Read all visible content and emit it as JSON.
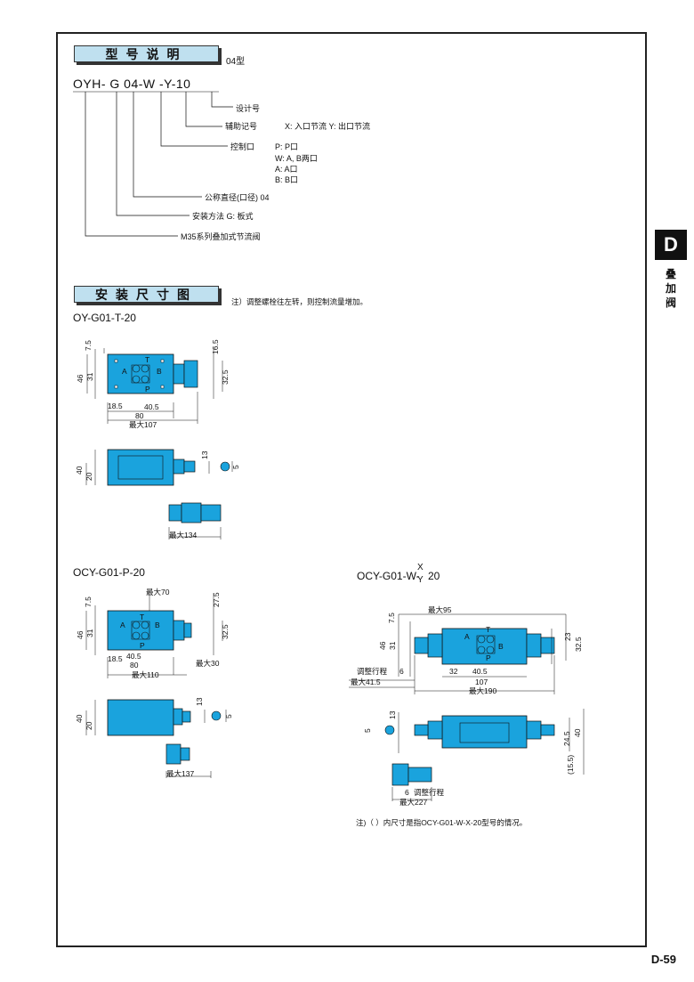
{
  "model_title": "型号说明",
  "model_type": "04型",
  "model_code": "OYH- G 04-W -Y-10",
  "legend": {
    "design_no": "设计号",
    "aux_label": "辅助记号",
    "aux_values": "X: 入口节流   Y: 出口节流",
    "ctrl_label": "控制口",
    "ctrl_v1": "P: P口",
    "ctrl_v2": "W: A, B两口",
    "ctrl_v3": "A: A口",
    "ctrl_v4": "B: B口",
    "diameter": "公称直径(口径)   04",
    "mounting": "安装方法   G: 板式",
    "series": "M35系列叠加式节流阀"
  },
  "dims_title": "安装尺寸图",
  "note1": "注）调整螺栓往左转，则控制流量增加。",
  "d1": {
    "name": "OY-G01-T-20",
    "h75": "7.5",
    "h46": "46",
    "h31": "31",
    "r165": "16.5",
    "r325": "32.5",
    "b185": "18.5",
    "b405": "40.5",
    "b80": "80",
    "bmax": "最大107",
    "s40": "40",
    "s20": "20",
    "s13": "13",
    "s5": "5",
    "kmax": "最大134"
  },
  "d2": {
    "name": "OCY-G01-P-20",
    "top": "最大70",
    "h75": "7.5",
    "h46": "46",
    "h31": "31",
    "r275": "27.5",
    "r325": "32.5",
    "b185": "18.5",
    "b405": "40.5",
    "b80": "80",
    "bmax": "最大110",
    "b30": "最大30",
    "s40": "40",
    "s20": "20",
    "s13": "13",
    "s5": "5",
    "kmax": "最大137"
  },
  "d3": {
    "name_a": "OCY-G01-W-",
    "name_x": "X",
    "name_y": "Y",
    "name_b": "20",
    "top": "最大95",
    "h75": "7.5",
    "h46": "46",
    "h31": "31",
    "r23": "23",
    "r325": "32.5",
    "adj": "调整行程",
    "adj6": "6",
    "adjmax": "最大41.5",
    "b32": "32",
    "b405": "40.5",
    "b107": "107",
    "bmax": "最大190",
    "s13": "13",
    "s5": "5",
    "s245": "24.5",
    "s40": "40",
    "s155": "(15.5)",
    "k6": "6",
    "kadj": "调整行程",
    "kmax": "最大227"
  },
  "ports": {
    "a": "A",
    "b": "B",
    "t": "T",
    "p": "P"
  },
  "note2": "注)（  ）内尺寸是指OCY-G01-W-X-20型号的情况。",
  "tab_letter": "D",
  "tab_text": "叠加阀",
  "page_number": "D-59",
  "colors": {
    "body": "#1aa3dd",
    "line": "#111111",
    "title_bg": "#bfe0ef"
  }
}
